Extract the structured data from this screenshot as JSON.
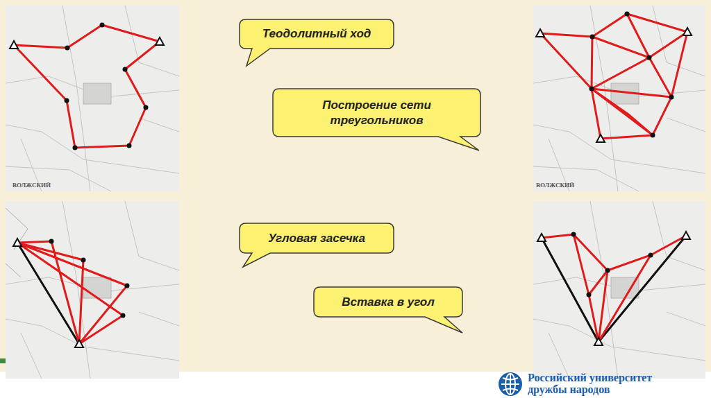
{
  "diagram": {
    "nodes": [
      {
        "text": [
          "Теодолитный ход"
        ]
      },
      {
        "text": [
          "Построение сети треугольников"
        ]
      },
      {
        "text": [
          "Угловая засечка"
        ]
      },
      {
        "text": [
          "Вставка в угол"
        ]
      }
    ],
    "labels": [
      "ВОЛЖСКИЙ",
      "ВОЛЖСКИЙ",
      "Российский университет дружбы народов"
    ]
  }
}
